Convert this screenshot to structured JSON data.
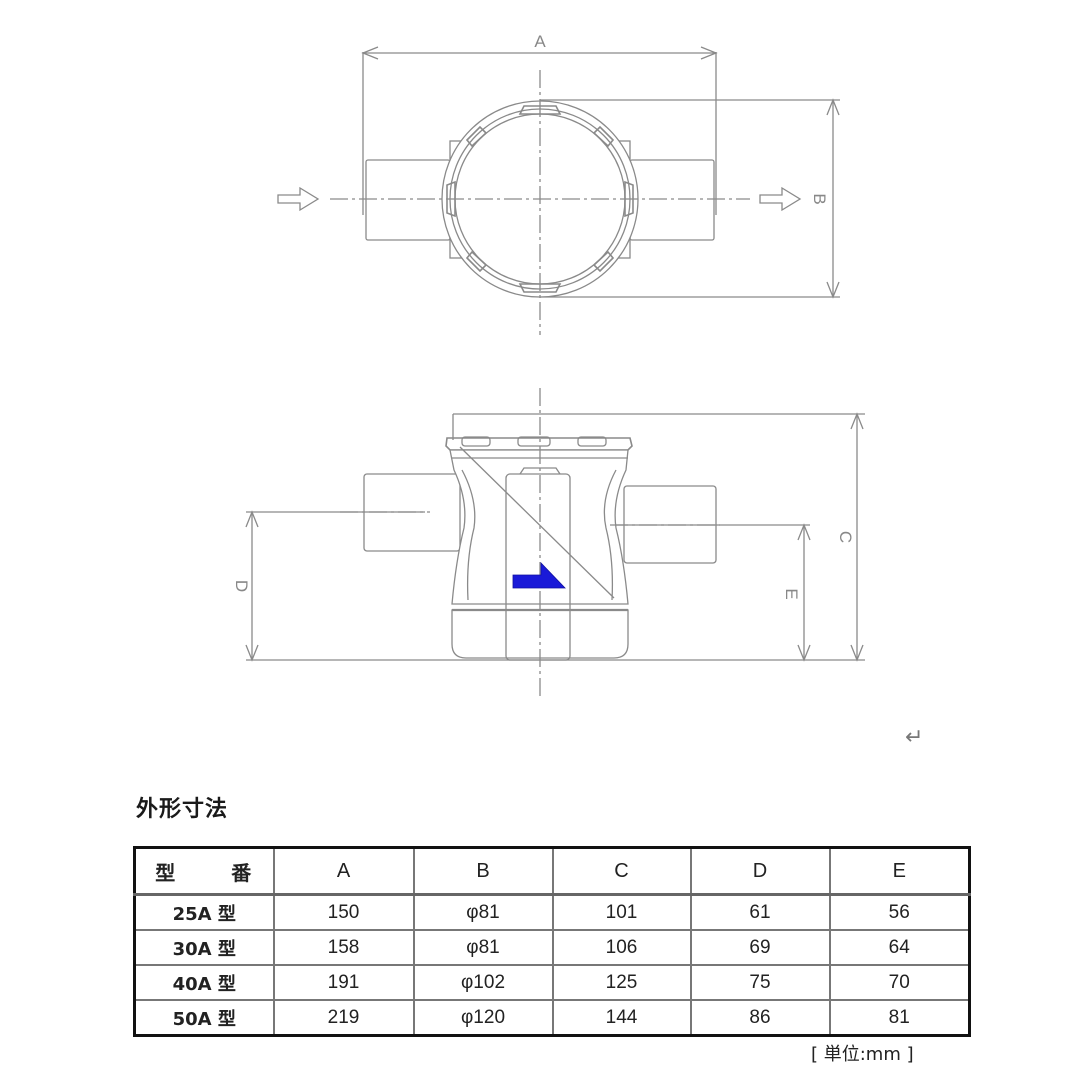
{
  "drawing": {
    "top_view": {
      "dimension_labels": {
        "A": "A",
        "B": "B"
      },
      "flow_direction": "left-to-right",
      "icons": [
        "inlet-arrow-icon",
        "outlet-arrow-icon"
      ]
    },
    "side_view": {
      "dimension_labels": {
        "C": "C",
        "D": "D",
        "E": "E"
      },
      "flow_indicator_color": "#1a1ad8"
    },
    "return_mark": "↵"
  },
  "section": {
    "title": "外形寸法"
  },
  "table": {
    "headers": [
      "型　番",
      "A",
      "B",
      "C",
      "D",
      "E"
    ],
    "rows": [
      {
        "model": "25A 型",
        "A": "150",
        "B": "φ81",
        "C": "101",
        "D": "61",
        "E": "56"
      },
      {
        "model": "30A 型",
        "A": "158",
        "B": "φ81",
        "C": "106",
        "D": "69",
        "E": "64"
      },
      {
        "model": "40A 型",
        "A": "191",
        "B": "φ102",
        "C": "125",
        "D": "75",
        "E": "70"
      },
      {
        "model": "50A 型",
        "A": "219",
        "B": "φ120",
        "C": "144",
        "D": "86",
        "E": "81"
      }
    ],
    "unit_note": "[ 単位:mm ]"
  }
}
